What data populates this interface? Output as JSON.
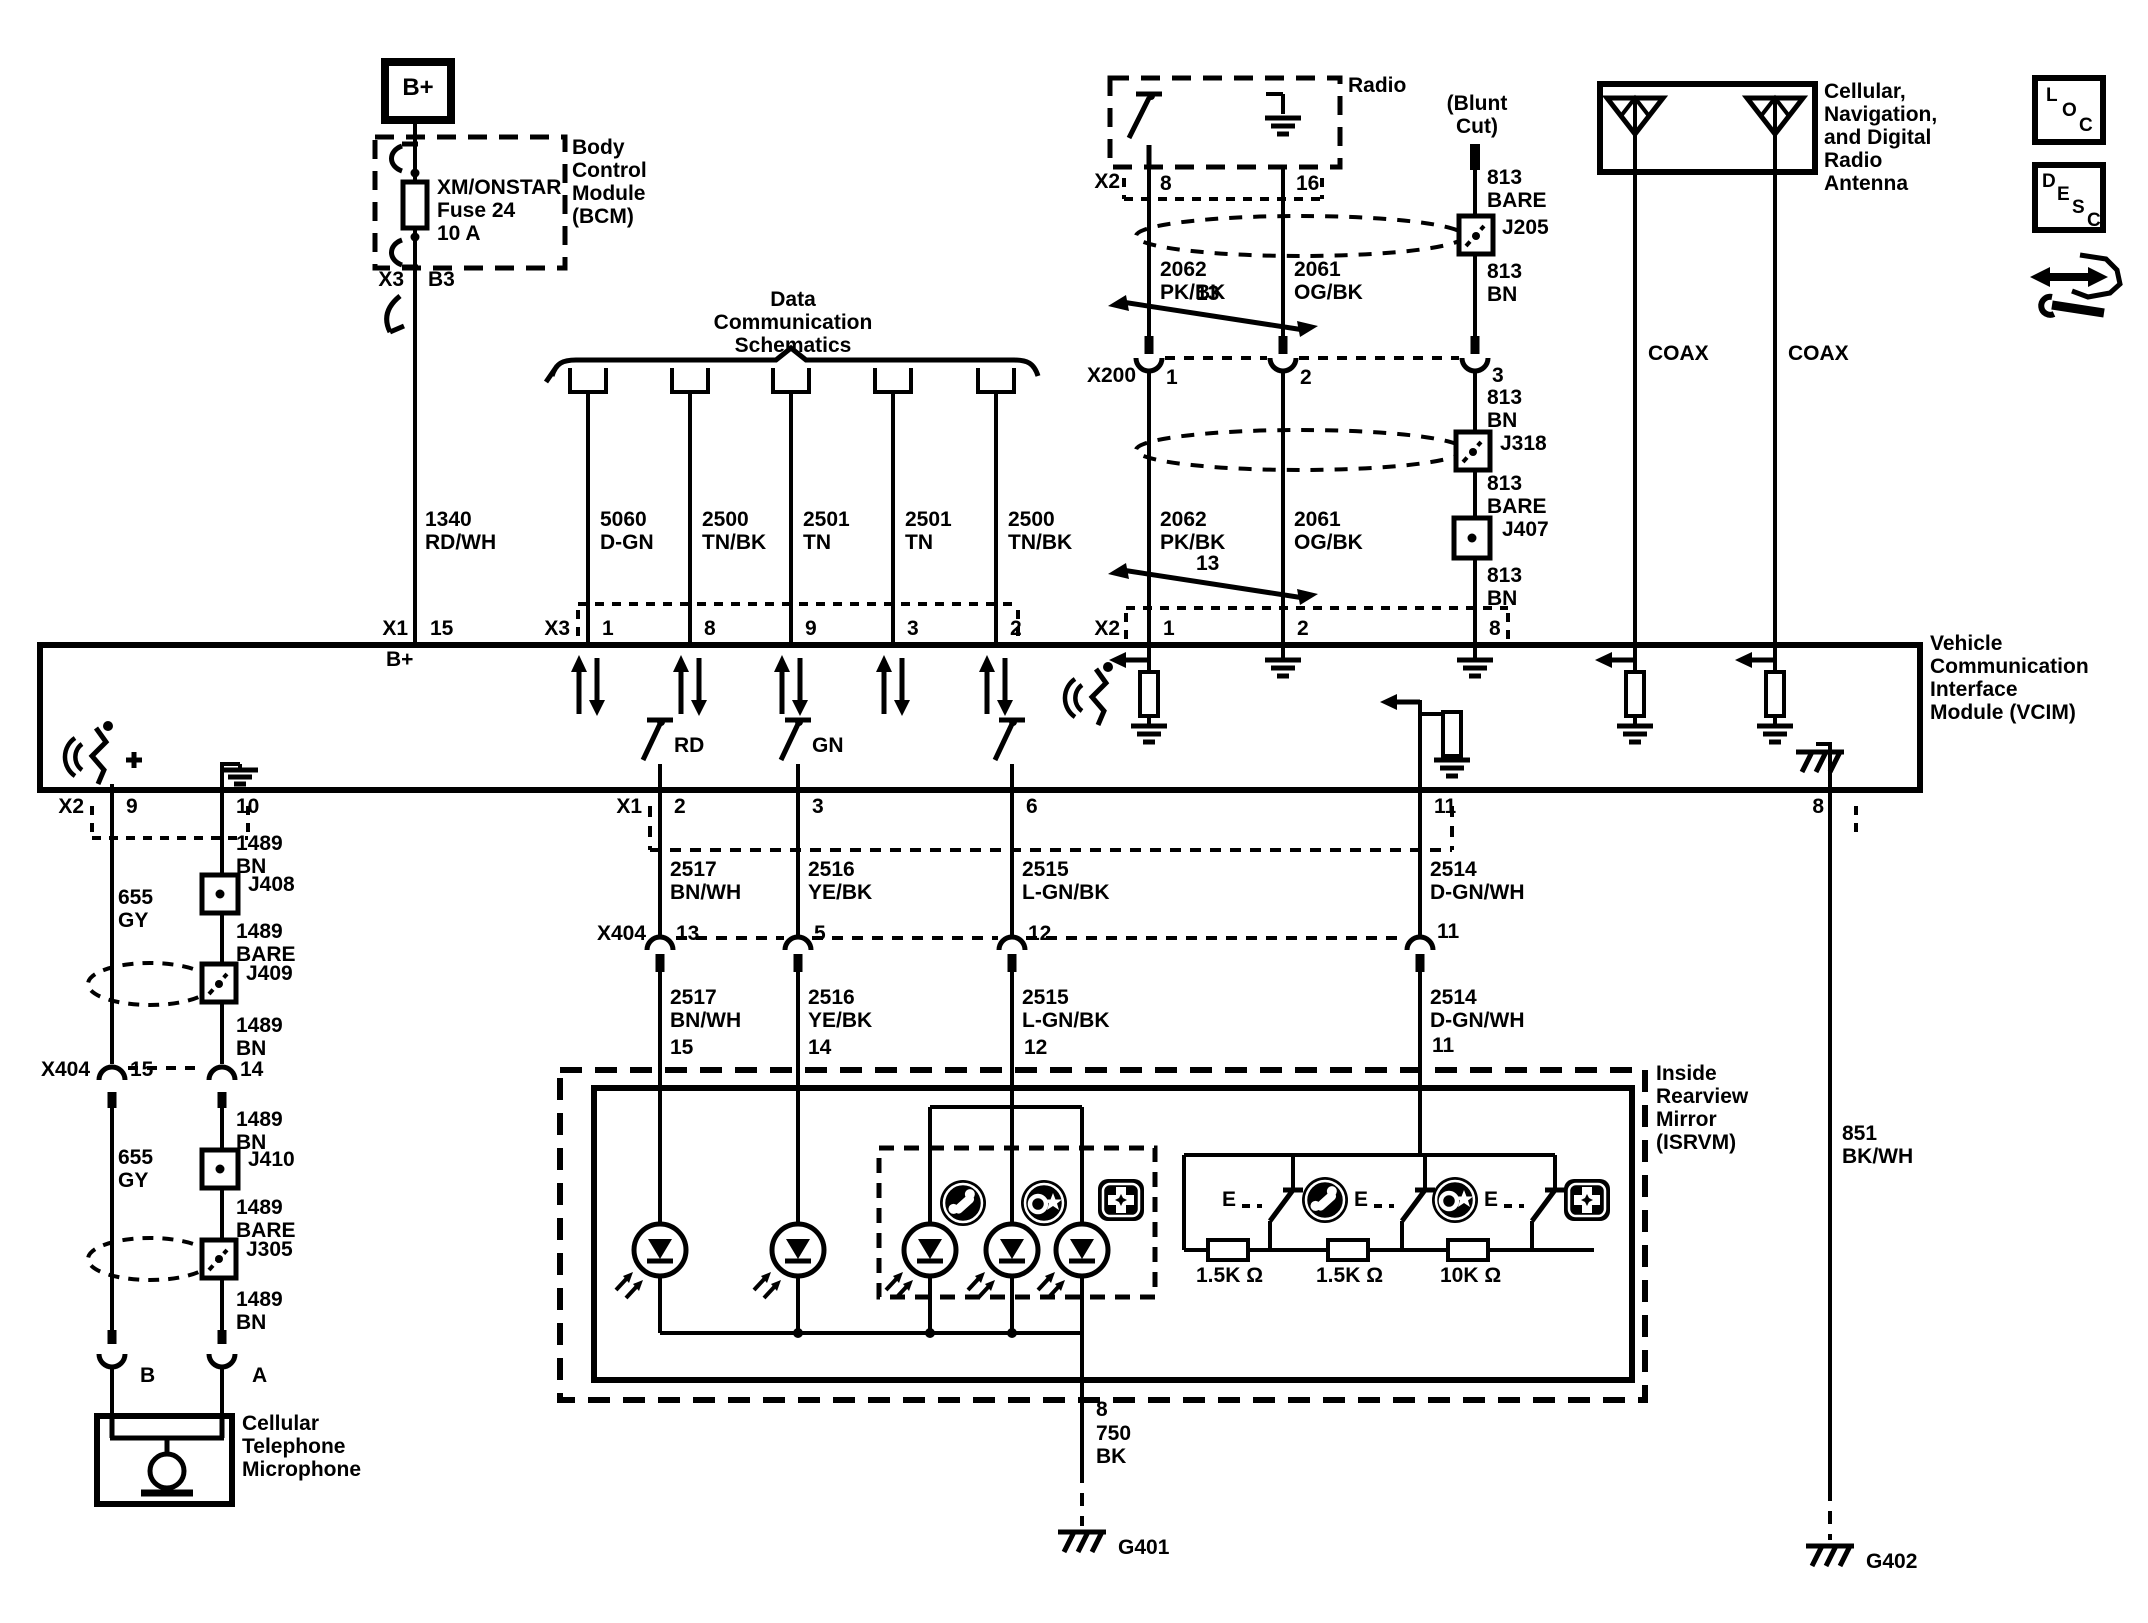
{
  "power": {
    "b_plus": "B+",
    "fuse_label": "XM/ONSTAR\nFuse 24\n10 A",
    "bcm_label": "Body\nControl\nModule\n(BCM)",
    "conn": "X3",
    "pin": "B3",
    "wire": "1340\nRD/WH",
    "vcim_conn": "X1",
    "vcim_pin": "15",
    "b_plus_inside": "B+"
  },
  "data_comm": {
    "title": "Data\nCommunication\nSchematics",
    "conn": "X3",
    "pins": [
      "1",
      "8",
      "9",
      "3",
      "2"
    ],
    "wires": [
      "5060\nD-GN",
      "2500\nTN/BK",
      "2501\nTN",
      "2501\nTN",
      "2500\nTN/BK"
    ]
  },
  "radio": {
    "name": "Radio",
    "conn": "X2",
    "pin_8": "8",
    "pin_16": "16",
    "wire_l": "2062\nPK/BK",
    "wire_r": "2061\nOG/BK",
    "twist": "13",
    "x200_conn": "X200",
    "x200_pins": [
      "1",
      "2",
      "3"
    ],
    "wire_l2": "2062\nPK/BK",
    "wire_r2": "2061\nOG/BK",
    "twist2": "13",
    "vcim_conn": "X2",
    "vcim_pins": [
      "1",
      "2",
      "8"
    ]
  },
  "blunt": {
    "label": "(Blunt\nCut)",
    "w_bare": "813\nBARE",
    "j205": "J205",
    "w_bn": "813\nBN",
    "w_bn2": "813\nBN",
    "j318": "J318",
    "w_bare2": "813\nBARE",
    "j407": "J407",
    "w_bn3": "813\nBN"
  },
  "antenna": {
    "name": "Cellular,\nNavigation,\nand Digital\nRadio\nAntenna",
    "coax_l": "COAX",
    "coax_r": "COAX"
  },
  "legend": {
    "loc": [
      "L",
      "O",
      "C"
    ],
    "desc": [
      "D",
      "E",
      "S",
      "C"
    ]
  },
  "vcim": {
    "name": "Vehicle\nCommunication\nInterface\nModule (VCIM)",
    "sw_rd": "RD",
    "sw_gn": "GN",
    "bot_conn_l": "X2",
    "bot_pins_l": [
      "9",
      "10"
    ],
    "bot_conn_m": "X1",
    "bot_pins_m": [
      "2",
      "3",
      "6",
      "11"
    ],
    "bot_pin_r": "8"
  },
  "mic_branch": {
    "w_gy": "655\nGY",
    "w_bn1": "1489\nBN",
    "j408": "J408",
    "w_bare1": "1489\nBARE",
    "j409": "J409",
    "w_bn2": "1489\nBN",
    "conn": "X404",
    "pin_l": "15",
    "pin_r": "14",
    "w_bn3": "1489\nBN",
    "w_gy2": "655\nGY",
    "j410": "J410",
    "w_bare2": "1489\nBARE",
    "j305": "J305",
    "w_bn4": "1489\nBN",
    "pin_b": "B",
    "pin_a": "A",
    "mic": "Cellular\nTelephone\nMicrophone"
  },
  "isrvm_branch": {
    "conn": "X404",
    "upper": [
      "2517\nBN/WH",
      "2516\nYE/BK",
      "2515\nL-GN/BK",
      "2514\nD-GN/WH"
    ],
    "conn_pins": [
      "13",
      "5",
      "12",
      "11"
    ],
    "lower": [
      "2517\nBN/WH",
      "2516\nYE/BK",
      "2515\nL-GN/BK",
      "2514\nD-GN/WH"
    ],
    "pins": [
      "15",
      "14",
      "12",
      "11"
    ],
    "name": "Inside\nRearview\nMirror\n(ISRVM)",
    "e1": "E",
    "e2": "E",
    "e3": "E",
    "r1": "1.5K Ω",
    "r2": "1.5K Ω",
    "r3": "10K Ω",
    "out_pin": "8",
    "out_wire": "750\nBK",
    "g401": "G401"
  },
  "right_ground": {
    "wire": "851\nBK/WH",
    "g402": "G402"
  }
}
